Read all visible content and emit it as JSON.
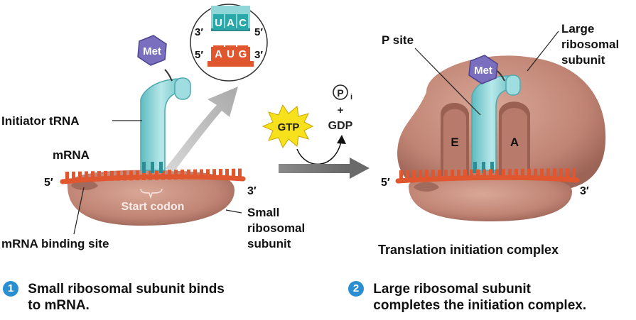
{
  "labels": {
    "met_left": "Met",
    "met_right": "Met",
    "initiator_trna": "Initiator tRNA",
    "mrna": "mRNA",
    "five_prime_left": "5′",
    "three_prime_left": "3′",
    "start_codon": "Start codon",
    "small_subunit": [
      "Small",
      "ribosomal",
      "subunit"
    ],
    "mrna_binding_site": "mRNA binding site",
    "gtp": "GTP",
    "pi": "P",
    "pi_sub": "i",
    "plus": "+",
    "gdp": "GDP",
    "p_site": "P site",
    "large_subunit": [
      "Large",
      "ribosomal",
      "subunit"
    ],
    "e_site": "E",
    "a_site": "A",
    "five_prime_right": "5′",
    "three_prime_right": "3′",
    "complex_title": "Translation initiation complex"
  },
  "codon_zoom": {
    "anticodon_left": "3′",
    "anticodon_right": "5′",
    "anticodon": [
      "U",
      "A",
      "C"
    ],
    "codon_left": "5′",
    "codon_right": "3′",
    "codon": [
      "A",
      "U",
      "G"
    ]
  },
  "steps": [
    {
      "number": "1",
      "lines": [
        "Small ribosomal subunit binds",
        "to mRNA."
      ]
    },
    {
      "number": "2",
      "lines": [
        "Large ribosomal subunit",
        "completes the initiation complex."
      ]
    }
  ],
  "colors": {
    "ribosome": "#c58e7f",
    "ribosome_dark": "#9c6456",
    "mrna": "#e0562e",
    "trna": "#8fd6d9",
    "trna_dark": "#4fb3b8",
    "met": "#7a6fbe",
    "gtp": "#f6e11c",
    "accent_blue": "#2a8fd0"
  },
  "icons": {
    "step_badge": "numbered-circle-icon",
    "reaction_arrow": "arrow-right-icon"
  }
}
